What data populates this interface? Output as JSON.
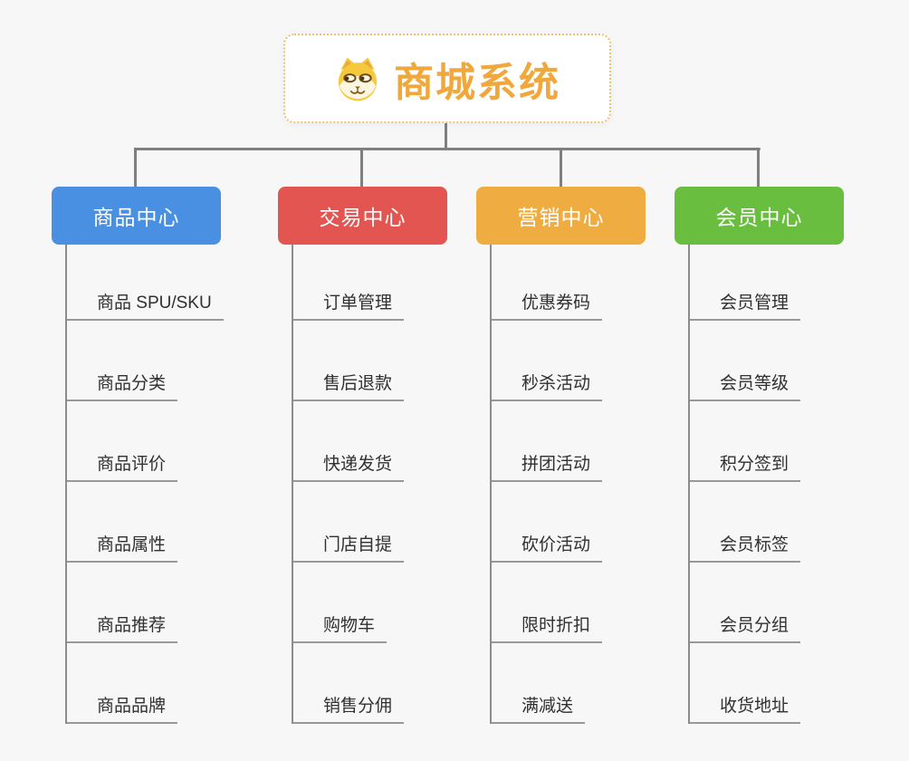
{
  "root": {
    "title": "商城系统",
    "icon": "shiba-dog-icon"
  },
  "branches": [
    {
      "id": "product-center",
      "label": "商品中心",
      "color": "#4a90e2",
      "items": [
        "商品 SPU/SKU",
        "商品分类",
        "商品评价",
        "商品属性",
        "商品推荐",
        "商品品牌"
      ]
    },
    {
      "id": "trade-center",
      "label": "交易中心",
      "color": "#e25551",
      "items": [
        "订单管理",
        "售后退款",
        "快递发货",
        "门店自提",
        "购物车",
        "销售分佣"
      ]
    },
    {
      "id": "marketing-center",
      "label": "营销中心",
      "color": "#efad41",
      "items": [
        "优惠券码",
        "秒杀活动",
        "拼团活动",
        "砍价活动",
        "限时折扣",
        "满减送"
      ]
    },
    {
      "id": "member-center",
      "label": "会员中心",
      "color": "#69be40",
      "items": [
        "会员管理",
        "会员等级",
        "积分签到",
        "会员标签",
        "会员分组",
        "收货地址"
      ]
    }
  ],
  "colors": {
    "background": "#f7f7f7",
    "connector": "#7f7f7f",
    "branch_line": "#8c8c8c",
    "leaf_underline": "#999999",
    "root_accent": "#f0a83c",
    "root_border": "#f2be6f",
    "leaf_text": "#303030"
  }
}
